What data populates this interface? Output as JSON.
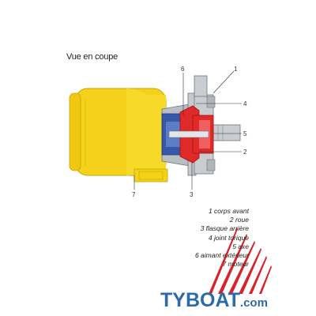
{
  "diagram": {
    "title": "Vue en coupe",
    "callouts": [
      "1",
      "4",
      "5",
      "2",
      "3",
      "6",
      "7"
    ],
    "legend": [
      "1 corps avant",
      "2 roue",
      "3 flasque arrière",
      "4 joint torique",
      "5 axe",
      "6 aimant extérieur",
      "7 moteur"
    ]
  },
  "brand": {
    "logo_text": "TYBOAT",
    "logo_suffix": ".com",
    "colors": {
      "logo": "#2b6ca8",
      "sail": "#d8232a",
      "motor": "#f5d21a",
      "pump_red": "#e02a2a",
      "magnet_blue": "#3559a8",
      "body_grey": "#b9bec4"
    }
  }
}
